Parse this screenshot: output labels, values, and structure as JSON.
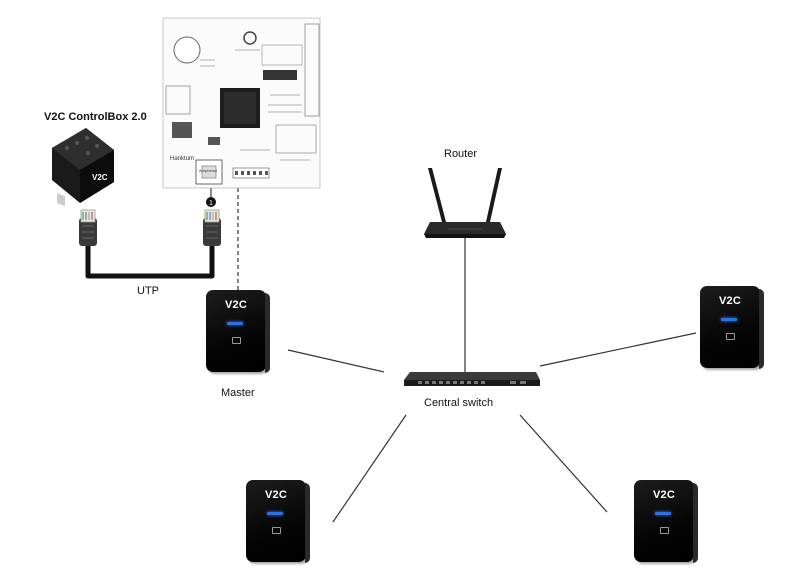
{
  "labels": {
    "controlbox": "V2C ControlBox 2.0",
    "router": "Router",
    "utp": "UTP",
    "master": "Master",
    "central_switch": "Central switch"
  },
  "devices": {
    "charger_logo": "V2C",
    "controlbox_logo": "V2C",
    "board_connector_number": "1",
    "board_brand": "Amphenol",
    "board_side_brand": "Hanktum"
  },
  "colors": {
    "charger_led": "#2f6fe0",
    "cable": "#111111",
    "connection_line": "#333333"
  }
}
